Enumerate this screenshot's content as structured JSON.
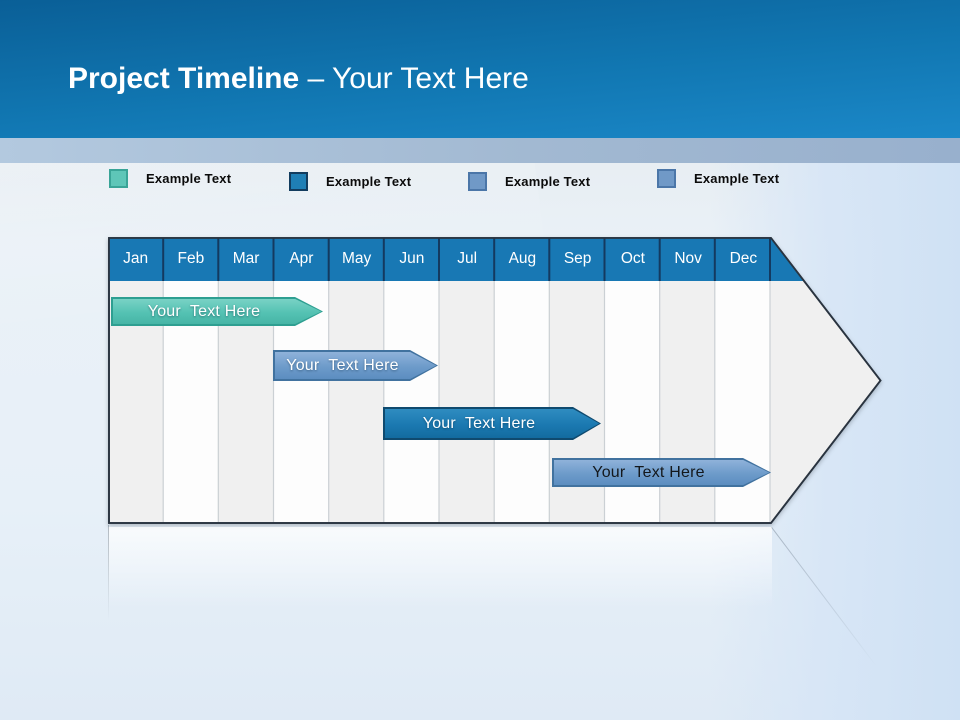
{
  "slide": {
    "title_bold": "Project Timeline",
    "title_rest": " – Your Text Here",
    "header_gradient_top": "#0A5F97",
    "header_gradient_bottom": "#1B88C8",
    "band_color_left": "#B3C9DF",
    "band_color_right": "#98B0CD",
    "background_color": "#EAF1F7"
  },
  "legend": {
    "items": [
      {
        "label": "Example Text",
        "swatch_color": "#5EC6B8",
        "swatch_border": "#39A497"
      },
      {
        "label": "Example Text",
        "swatch_color": "#1F7FB5",
        "swatch_border": "#123C5E"
      },
      {
        "label": "Example Text",
        "swatch_color": "#7099C7",
        "swatch_border": "#4B76A8"
      },
      {
        "label": "Example Text",
        "swatch_color": "#7099C7",
        "swatch_border": "#4B76A8"
      }
    ]
  },
  "timeline": {
    "months": [
      "Jan",
      "Feb",
      "Mar",
      "Apr",
      "May",
      "Jun",
      "Jul",
      "Aug",
      "Sep",
      "Oct",
      "Nov",
      "Dec"
    ],
    "header_color": "#1878B4",
    "header_divider_color": "#143A60",
    "body_color": "#F0F0F0",
    "body_stripe_color": "#FDFDFD",
    "outline_color": "#2A3440",
    "bars": [
      {
        "label": "Your  Text Here",
        "fill": "#54C2B3",
        "border": "#2E9F91",
        "text_color": "#FFFFFF"
      },
      {
        "label": "Your  Text Here",
        "fill": "#6D9BCA",
        "border": "#41729F",
        "text_color": "#FFFFFF"
      },
      {
        "label": "Your  Text Here",
        "fill": "#1B79B1",
        "border": "#0F4A6F",
        "text_color": "#FFFFFF"
      },
      {
        "label": "Your  Text Here",
        "fill": "#6D9BCA",
        "border": "#41729F",
        "text_color": "#14181C"
      }
    ]
  },
  "chart_data": {
    "type": "bar",
    "subtype": "gantt-timeline",
    "title": "Project Timeline – Your Text Here",
    "categories": [
      "Jan",
      "Feb",
      "Mar",
      "Apr",
      "May",
      "Jun",
      "Jul",
      "Aug",
      "Sep",
      "Oct",
      "Nov",
      "Dec"
    ],
    "bars": [
      {
        "row": 1,
        "label": "Your Text Here",
        "start_month": "Jan",
        "end_month": "Apr",
        "color": "#54C2B3"
      },
      {
        "row": 2,
        "label": "Your Text Here",
        "start_month": "Apr",
        "end_month": "Jun",
        "color": "#6D9BCA"
      },
      {
        "row": 3,
        "label": "Your Text Here",
        "start_month": "Jun",
        "end_month": "Sep",
        "color": "#1B79B1"
      },
      {
        "row": 4,
        "label": "Your Text Here",
        "start_month": "Sep",
        "end_month": "Dec",
        "color": "#6D9BCA"
      }
    ],
    "legend_entries": [
      "Example Text",
      "Example Text",
      "Example Text",
      "Example Text"
    ],
    "legend_position": "top",
    "grid": "vertical-month-columns",
    "xlabel": "",
    "ylabel": ""
  }
}
